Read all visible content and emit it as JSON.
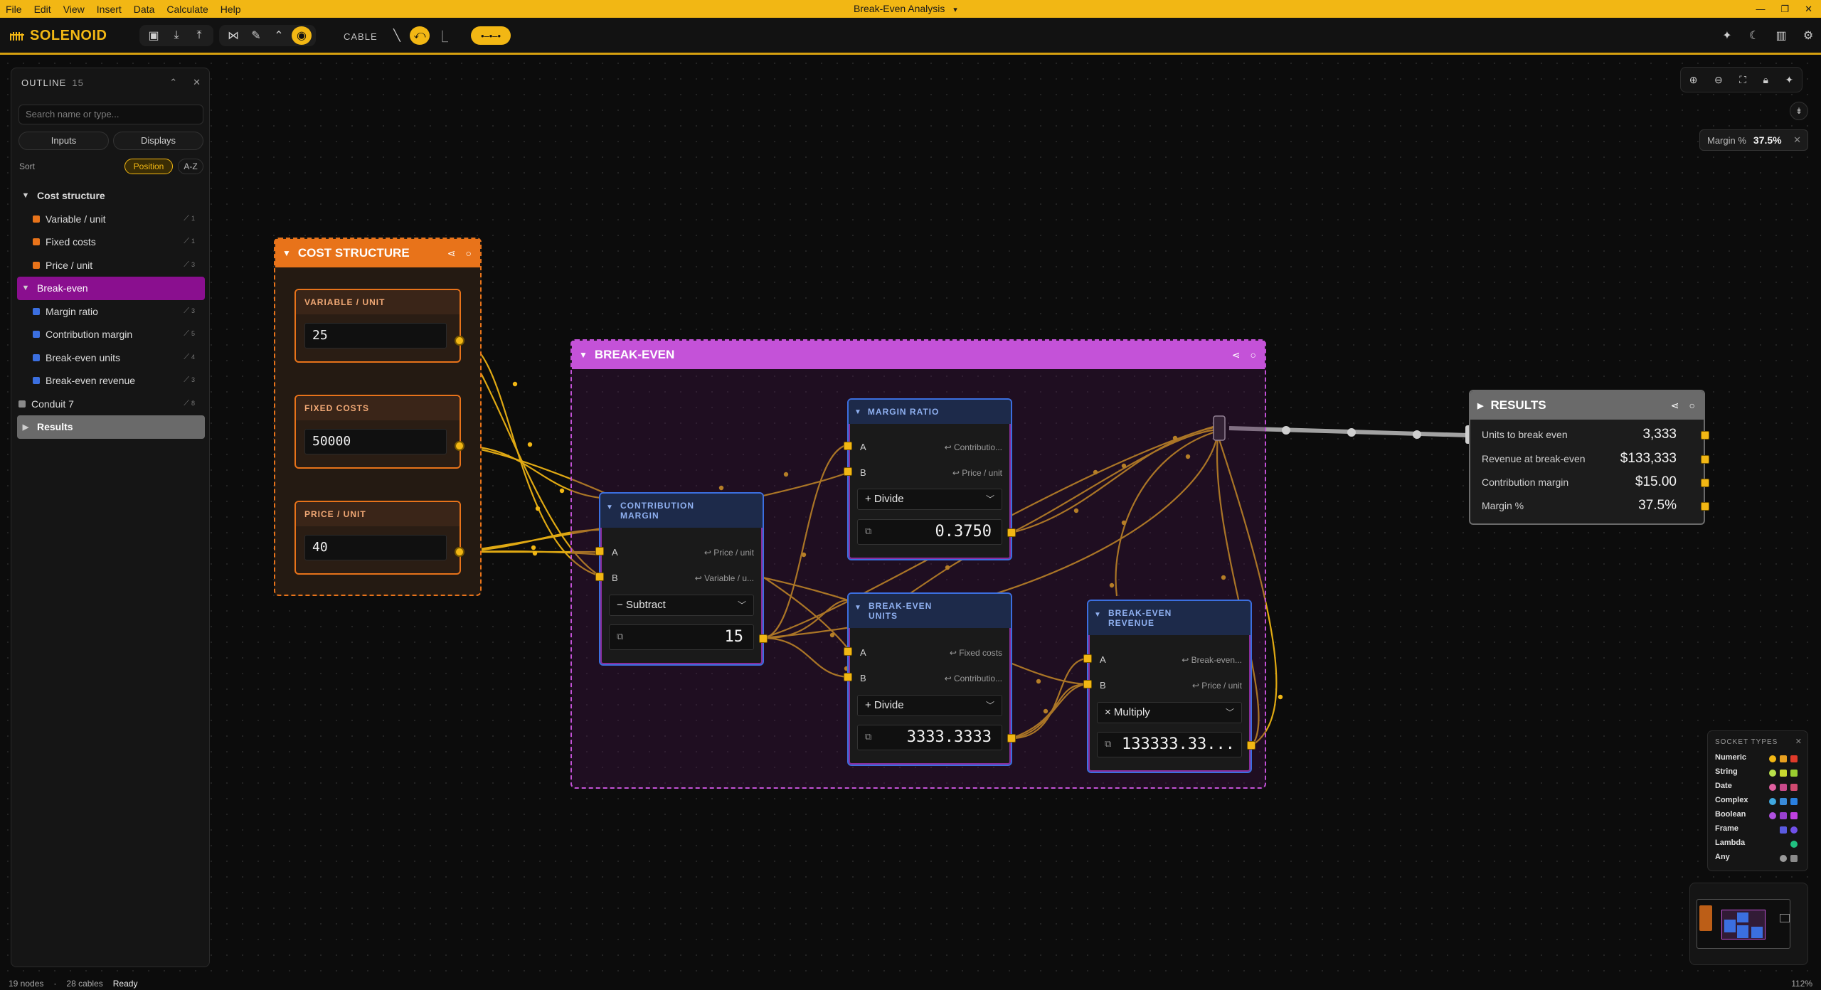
{
  "menubar": {
    "items": [
      "File",
      "Edit",
      "View",
      "Insert",
      "Data",
      "Calculate",
      "Help"
    ],
    "title": "Break-Even Analysis",
    "title_chevron_icon": "chevron-down-icon"
  },
  "toolbar": {
    "brand": "SOLENOID",
    "cable_label": "CABLE"
  },
  "outline": {
    "title": "OUTLINE",
    "count": "15",
    "search_placeholder": "Search name or type...",
    "filter_tabs": [
      "Inputs",
      "Displays"
    ],
    "sort_label": "Sort",
    "sort_options": [
      "Position",
      "A-Z"
    ],
    "items": [
      {
        "label": "Cost structure",
        "kind": "group",
        "color": ""
      },
      {
        "label": "Variable / unit",
        "kind": "child",
        "color": "#e8731a",
        "links": "1"
      },
      {
        "label": "Fixed costs",
        "kind": "child",
        "color": "#e8731a",
        "links": "1"
      },
      {
        "label": "Price / unit",
        "kind": "child",
        "color": "#e8731a",
        "links": "3"
      },
      {
        "label": "Break-even",
        "kind": "group",
        "color": ""
      },
      {
        "label": "Margin ratio",
        "kind": "child",
        "color": "#3b6fe0",
        "links": "3"
      },
      {
        "label": "Contribution margin",
        "kind": "child",
        "color": "#3b6fe0",
        "links": "5"
      },
      {
        "label": "Break-even units",
        "kind": "child",
        "color": "#3b6fe0",
        "links": "4"
      },
      {
        "label": "Break-even revenue",
        "kind": "child",
        "color": "#3b6fe0",
        "links": "3"
      },
      {
        "label": "Conduit 7",
        "kind": "item",
        "color": "#8a8a8a",
        "links": "8"
      },
      {
        "label": "Results",
        "kind": "group",
        "color": ""
      }
    ]
  },
  "frames": {
    "cost": {
      "title": "COST STRUCTURE",
      "color": "#e8731a"
    },
    "breakeven": {
      "title": "BREAK-EVEN",
      "color": "#c452d8"
    }
  },
  "inputs": {
    "variable": {
      "label": "VARIABLE / UNIT",
      "value": "25"
    },
    "fixed": {
      "label": "FIXED COSTS",
      "value": "50000"
    },
    "price": {
      "label": "PRICE / UNIT",
      "value": "40"
    }
  },
  "ops": {
    "contribution": {
      "title1": "CONTRIBUTION",
      "title2": "MARGIN",
      "a": "A",
      "a_src": "↩ Price / unit",
      "b": "B",
      "b_src": "↩ Variable / u...",
      "op": "− Subtract",
      "out": "15"
    },
    "ratio": {
      "title1": "MARGIN RATIO",
      "a": "A",
      "a_src": "↩ Contributio...",
      "b": "B",
      "b_src": "↩ Price / unit",
      "op": "+ Divide",
      "out": "0.3750"
    },
    "units": {
      "title1": "BREAK-EVEN",
      "title2": "UNITS",
      "a": "A",
      "a_src": "↩ Fixed costs",
      "b": "B",
      "b_src": "↩ Contributio...",
      "op": "+ Divide",
      "out": "3333.3333"
    },
    "revenue": {
      "title1": "BREAK-EVEN",
      "title2": "REVENUE",
      "a": "A",
      "a_src": "↩ Break-even...",
      "b": "B",
      "b_src": "↩ Price / unit",
      "op": "× Multiply",
      "out": "133333.33..."
    }
  },
  "results": {
    "title": "RESULTS",
    "rows": [
      {
        "label": "Units to break even",
        "value": "3,333"
      },
      {
        "label": "Revenue at break-even",
        "value": "$133,333"
      },
      {
        "label": "Contribution margin",
        "value": "$15.00"
      },
      {
        "label": "Margin %",
        "value": "37.5%"
      }
    ]
  },
  "watch": {
    "label": "Margin %",
    "value": "37.5%"
  },
  "legend": {
    "title": "SOCKET TYPES",
    "rows": [
      {
        "name": "Numeric",
        "colors": [
          "#f2b714",
          "#e8a020",
          "#e03a2a"
        ]
      },
      {
        "name": "String",
        "colors": [
          "#b8e04a",
          "#c8d830",
          "#9acc30"
        ]
      },
      {
        "name": "Date",
        "colors": [
          "#e060a0",
          "#c84a8a",
          "#d04a70"
        ]
      },
      {
        "name": "Complex",
        "colors": [
          "#40a8e0",
          "#3a8ad8",
          "#2a80e0"
        ]
      },
      {
        "name": "Boolean",
        "colors": [
          "#b050e0",
          "#9a40d0",
          "#c040e0"
        ]
      },
      {
        "name": "Frame",
        "colors": [
          "#5a5ae0",
          "#7050e8"
        ]
      },
      {
        "name": "Lambda",
        "colors": [
          "#20c080"
        ]
      },
      {
        "name": "Any",
        "colors": [
          "#9a9a9a",
          "#8a8a8a"
        ]
      }
    ]
  },
  "status": {
    "nodes": "19 nodes",
    "cables": "28 cables",
    "state": "Ready",
    "zoom": "112%"
  }
}
